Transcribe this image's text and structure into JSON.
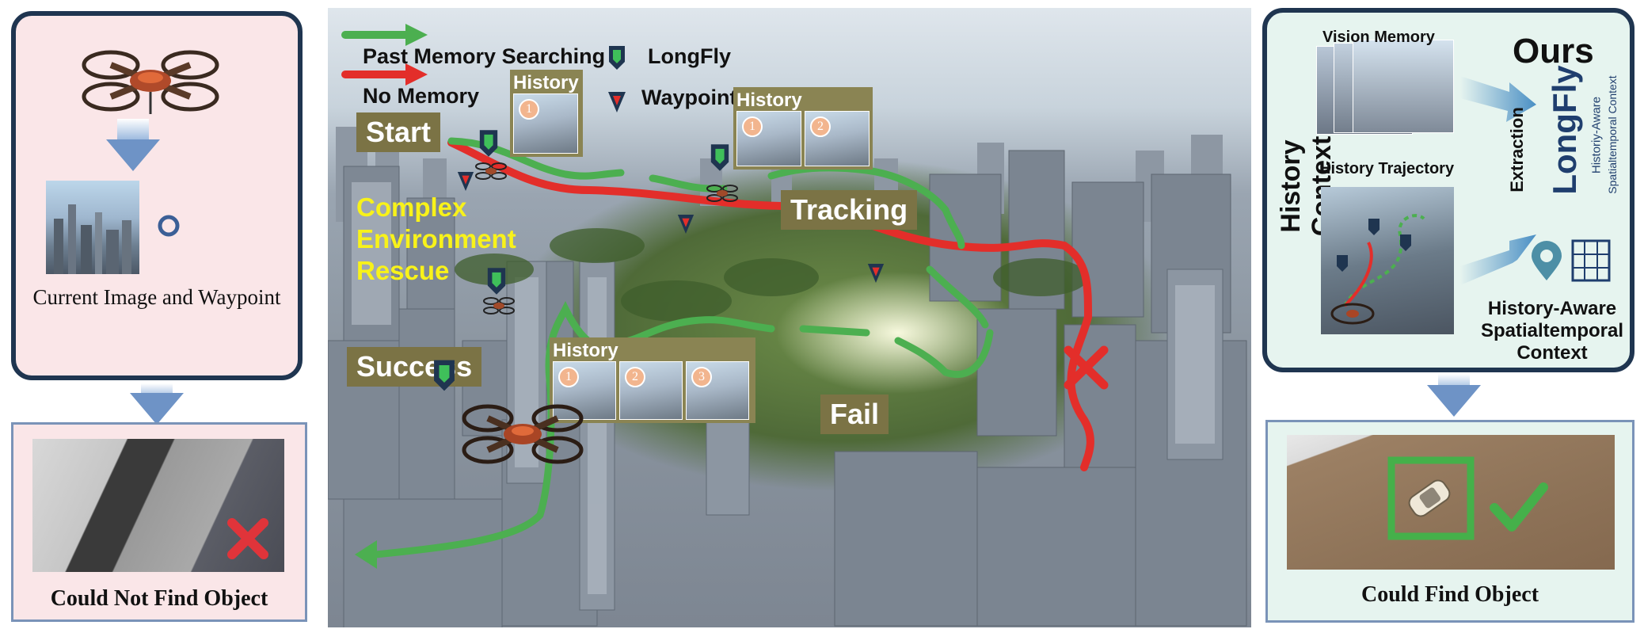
{
  "left": {
    "caption_current": "Current Image and Waypoint",
    "caption_result": "Could Not Find Object"
  },
  "center": {
    "legend": {
      "past_memory": "Past Memory Searching",
      "no_memory": "No Memory",
      "longfly": "LongFly",
      "waypoint_only": "Waypoint-only"
    },
    "labels": {
      "start": "Start",
      "tracking": "Tracking",
      "success": "Success",
      "fail": "Fail"
    },
    "scenario_line1": "Complex",
    "scenario_line2": "Environment",
    "scenario_line3": "Rescue",
    "history_title": "History",
    "history_numbers": [
      "1",
      "2",
      "3"
    ]
  },
  "right": {
    "ours": "Ours",
    "vision_memory": "Vision Memory",
    "history_trajectory": "History Trajectory",
    "history_context": "History Context",
    "extraction": "Extraction",
    "longfly": "LongFly",
    "vertical_sub1": "Historiy-Aware",
    "vertical_sub2": "Spatialtemporal Context",
    "bottom_line1": "History-Aware",
    "bottom_line2": "Spatialtemporal",
    "bottom_line3": "Context",
    "caption_result": "Could Find Object"
  },
  "colors": {
    "green_path": "#4caf50",
    "red_path": "#e53935",
    "navy": "#1f3550",
    "label_olive": "#7b7345",
    "left_bg": "#fae6e8",
    "right_bg": "#e6f4ef",
    "arrow_blue": "#6e93c6",
    "scenario_yellow": "#f8f21a"
  },
  "icons": [
    "drone-icon",
    "waypoint-circle-icon",
    "longfly-marker-icon",
    "waypoint-triangle-icon",
    "cross-icon",
    "check-icon",
    "location-pin-icon",
    "grid-icon"
  ]
}
